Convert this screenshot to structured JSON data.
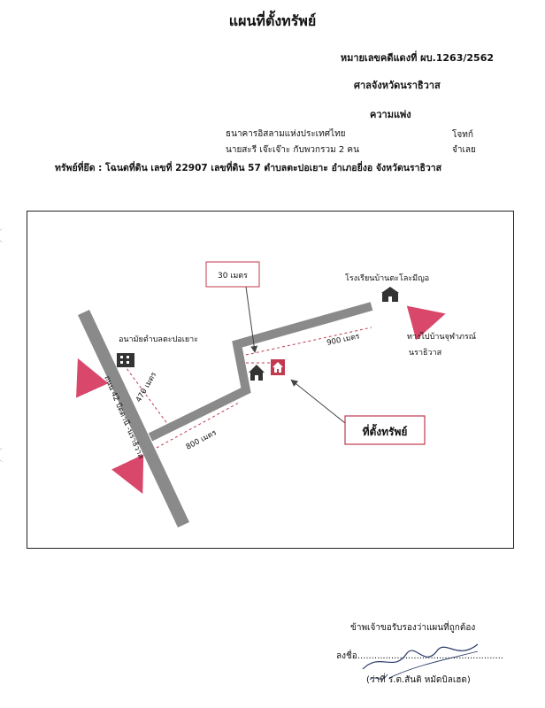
{
  "document": {
    "title": "แผนที่ตั้งทรัพย์",
    "case_number": "หมายเลขคดีแดงที่ ผบ.1263/2562",
    "court": "ศาลจังหวัดนราธิวาส",
    "case_type": "ความแพ่ง",
    "plaintiff": "ธนาคารอิสลามแห่งประเทศไทย",
    "plaintiff_role": "โจทก์",
    "defendant": "นายสะรี เจ๊ะเจ๊าะ  กับพวกรวม 2 คน",
    "defendant_role": "จำเลย",
    "seized_label": "ทรัพย์ที่ยึด :",
    "seized_detail": "โฉนดที่ดิน เลขที่ 22907 เลขที่ดิน 57 ตำบลตะปอเยาะ อำเภอยี่งอ จังหวัดนราธิวาส"
  },
  "map": {
    "highway_label": "ถนน 42 ปัตตานี -นราธิวาส",
    "health_center_label": "อนามัยตำบลตะปอเยาะ",
    "school_label": "โรงเรียนบ้านตะโละมีญอ",
    "direction_label_line1": "ทางไปบ้านจุฬาภรณ์",
    "direction_label_line2": "นราธิวาส",
    "distance_30": "30 เมตร",
    "distance_470": "470 เมตร",
    "distance_800": "800 เมตร",
    "distance_900": "900 เมตร",
    "property_location_label": "ที่ตั้งทรัพย์",
    "road_color": "#8a8a8a",
    "arrow_color": "#d9476a",
    "marker_color": "#c0394f",
    "house_icon": "house-icon",
    "property_icon": "property-house-icon",
    "building_icon": "building-icon",
    "school_icon": "school-icon"
  },
  "certification": {
    "statement": "ข้าพเจ้าขอรับรองว่าแผนที่ถูกต้อง",
    "sign_label": "ลงชื่อ",
    "signer": "(ว่าที่ ร.ต.สันติ หมัดบิลเฮด)"
  }
}
